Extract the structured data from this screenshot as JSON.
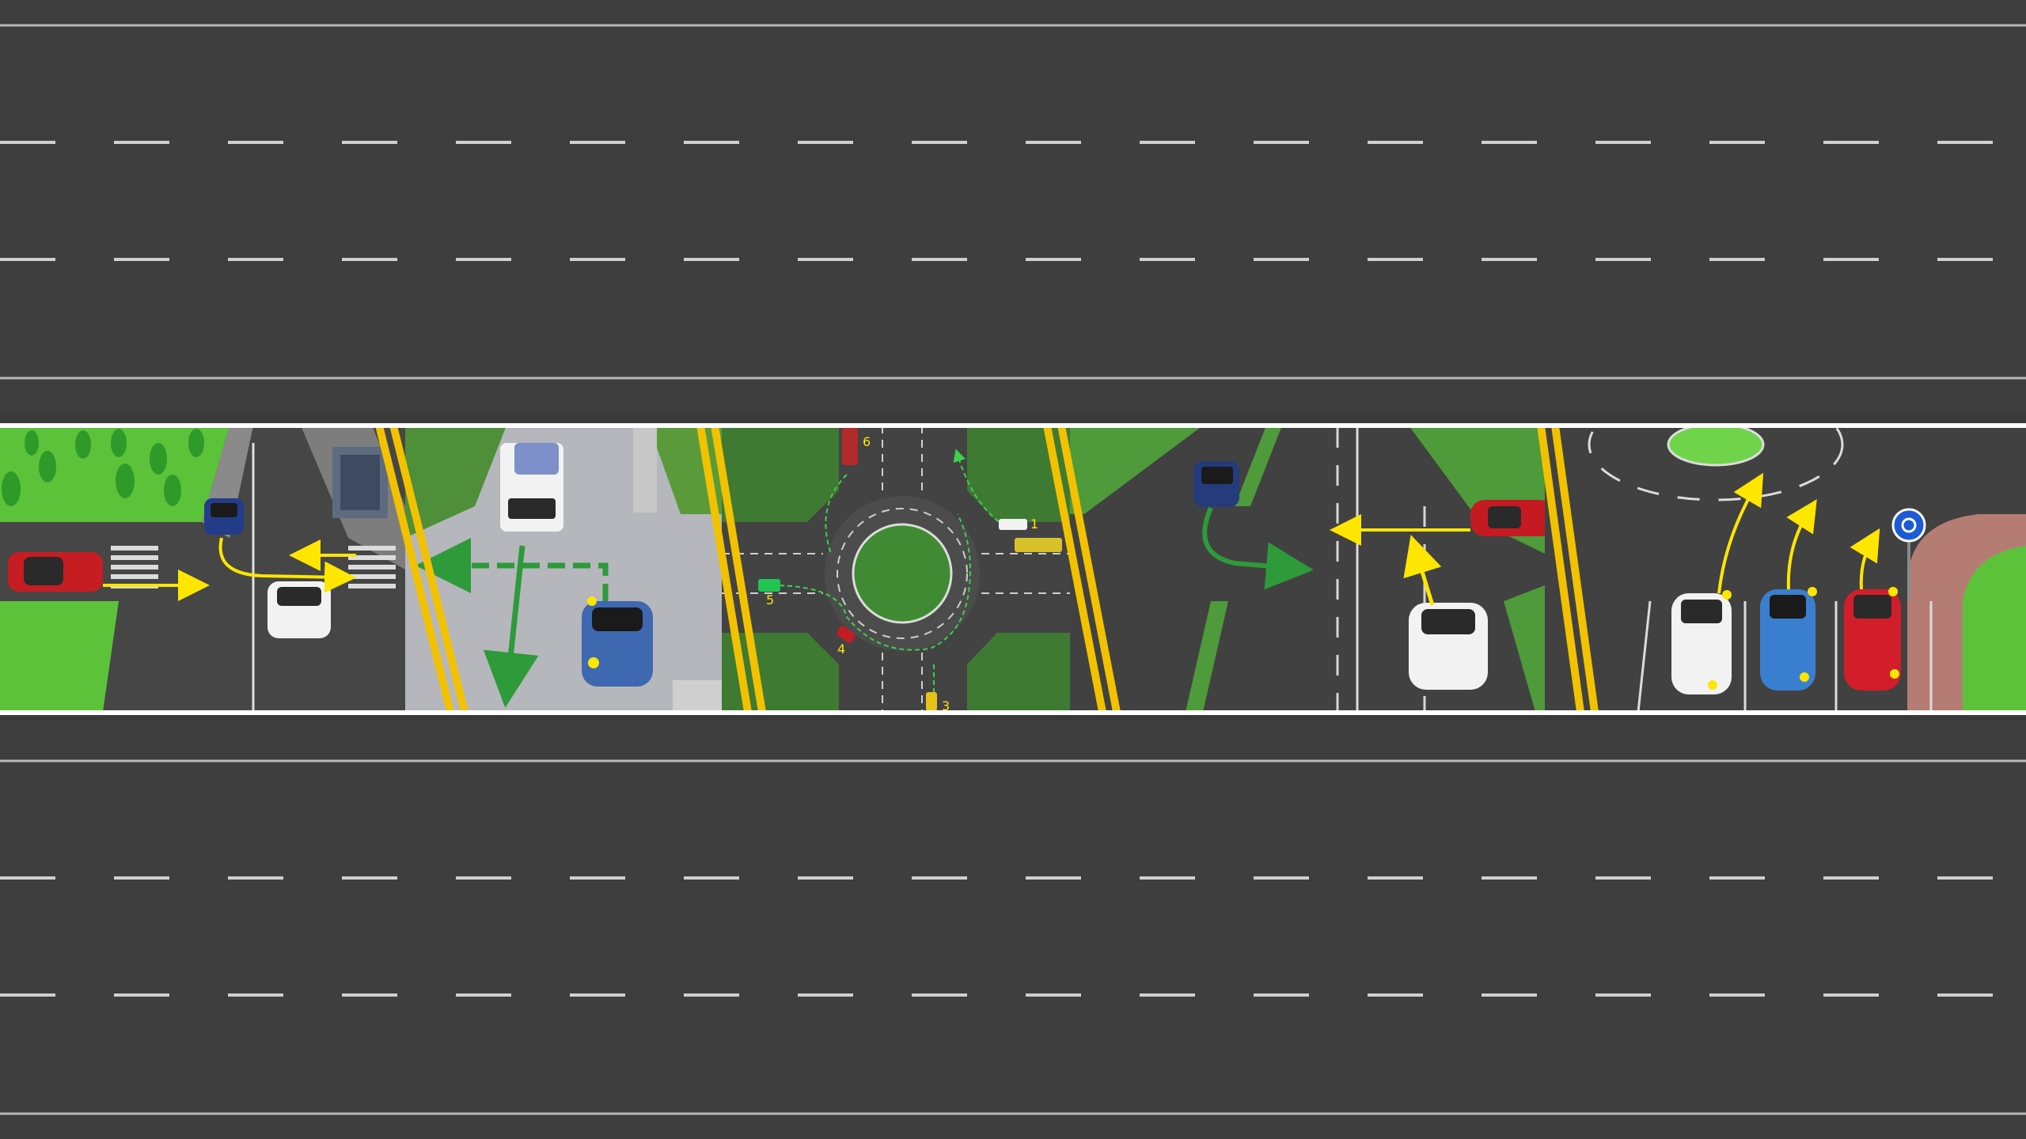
{
  "scene": {
    "colors": {
      "asphalt": "#404040",
      "asphalt_dark": "#333333",
      "lane_dash": "#cfcfcf",
      "edge_line": "#bdbdbd",
      "banner_border": "#ffffff",
      "yellow_line": "#f2c200",
      "grass": "#55b83a",
      "arrow_yellow": "#ffe600",
      "arrow_green": "#2e9a3a"
    },
    "panels": [
      {
        "name": "crosswalk-intersection",
        "icons": [
          "tree-icon",
          "car-red-icon",
          "car-blue-icon",
          "car-white-icon",
          "arrow-yellow-icon"
        ]
      },
      {
        "name": "lot-exit",
        "icons": [
          "truck-icon",
          "car-blue-icon",
          "arrow-green-icon"
        ]
      },
      {
        "name": "roundabout-numbered",
        "labels": [
          "1",
          "3",
          "4",
          "5",
          "6"
        ]
      },
      {
        "name": "lane-change",
        "icons": [
          "car-navy-icon",
          "car-red-icon",
          "car-white-icon",
          "arrow-green-icon",
          "arrow-yellow-icon"
        ]
      },
      {
        "name": "roundabout-entry",
        "icons": [
          "roundabout-sign-icon",
          "car-white-icon",
          "car-blue-icon",
          "car-red-icon"
        ]
      }
    ]
  }
}
